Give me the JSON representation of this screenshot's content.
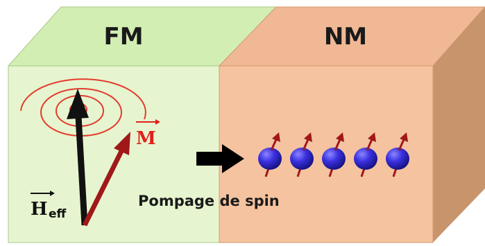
{
  "labels": {
    "ferromagnet": "FM",
    "normal_metal": "NM",
    "spin_pumping": "Pompage de spin",
    "magnetization": "M",
    "effective_field": "H",
    "effective_field_subscript": "eff"
  },
  "spins": {
    "count": 5
  },
  "colors": {
    "fm_front": "#e6f5cf",
    "fm_top": "#d3eeb3",
    "nm_front": "#f5c39f",
    "nm_top": "#f0b894",
    "nm_side": "#c8946c",
    "precession_circles": "#e53a2e",
    "magnetization_arrow": "#a01818",
    "field_arrow": "#111111",
    "spin_sphere": "#2a22c8",
    "spin_arrow": "#a01818",
    "pump_arrow": "#000000"
  }
}
